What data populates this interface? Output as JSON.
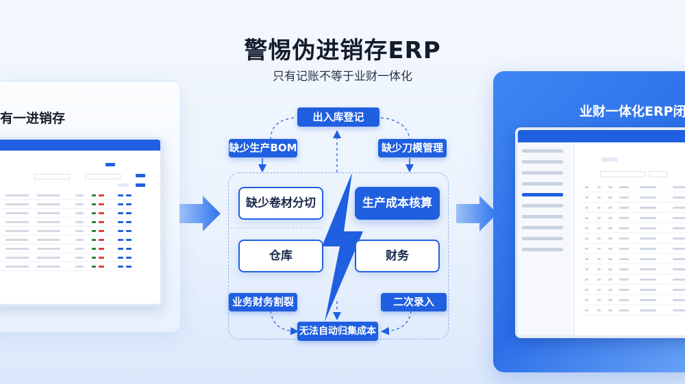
{
  "header": {
    "title": "警惕伪进销存ERP",
    "subtitle": "只有记账不等于业财一体化"
  },
  "left_panel": {
    "title": "有一进销存"
  },
  "right_panel": {
    "title": "业财一体化ERP闭环"
  },
  "diagram": {
    "top_node": "出入库登记",
    "bottom_node": "无法自动归集成本",
    "issue_top_left": "缺少生产BOM",
    "issue_top_right": "缺少刀模管理",
    "issue_bottom_left": "业务财务割裂",
    "issue_bottom_right": "二次录入",
    "box_top_left": "缺少卷材分切",
    "box_top_right": "生产成本核算",
    "box_bottom_left": "仓库",
    "box_bottom_right": "财务"
  },
  "colors": {
    "accent": "#1f5fe0",
    "title_text": "#141b2b",
    "background": "#eef4fd"
  }
}
